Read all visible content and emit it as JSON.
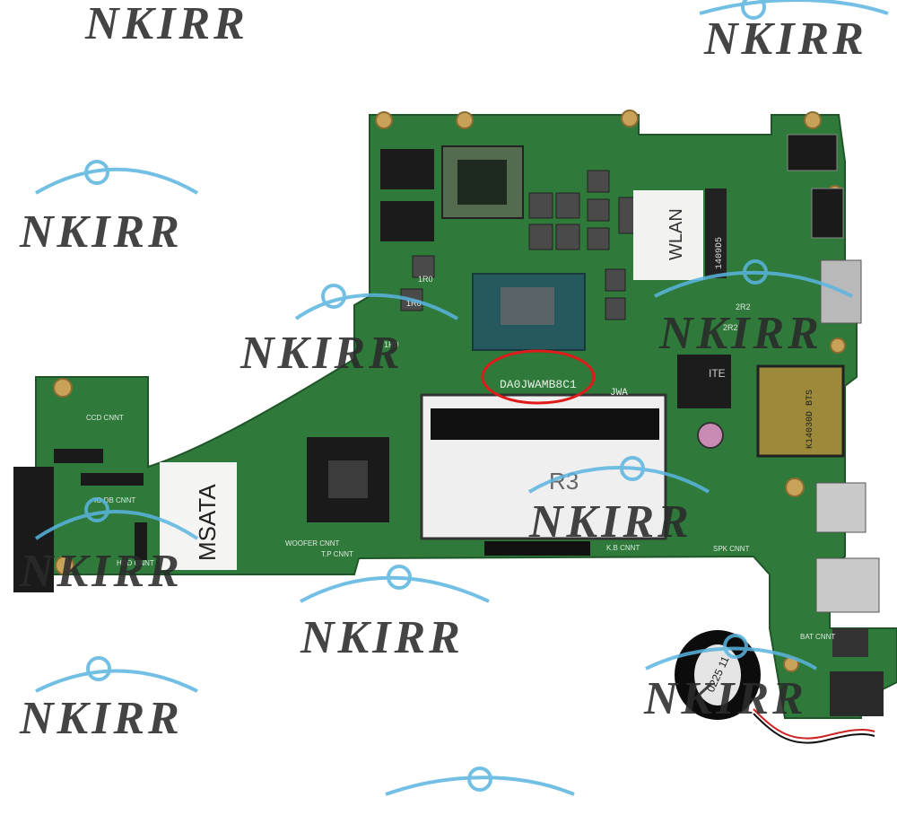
{
  "watermark": {
    "text": "NKIRR",
    "color": "#2b2b2b",
    "arc_color": "#5ab4e0"
  },
  "board": {
    "pcb_color": "#2f7a3a",
    "part_number": "DA0JWAMB8C1",
    "part_suffix": "JWA",
    "highlight_color": "#e01b1b",
    "labels": {
      "wlan": "WLAN",
      "msata": "MSATA",
      "ram_slot": "R3",
      "ccd": "CCD CNNT",
      "io_db": "IO DB CNNT",
      "hdd": "HDD CNNT",
      "kb": "K.B CNNT",
      "spk": "SPK CNNT",
      "bat": "BAT CNNT",
      "woofer": "WOOFER CNNT",
      "tp": "T.P CNNT",
      "inductor": "1R0",
      "cap": "2R2",
      "ite": "ITE",
      "card_reader": "K14030D BTS",
      "wlan_chip": "1409D5"
    },
    "battery_label": "0225 11"
  }
}
